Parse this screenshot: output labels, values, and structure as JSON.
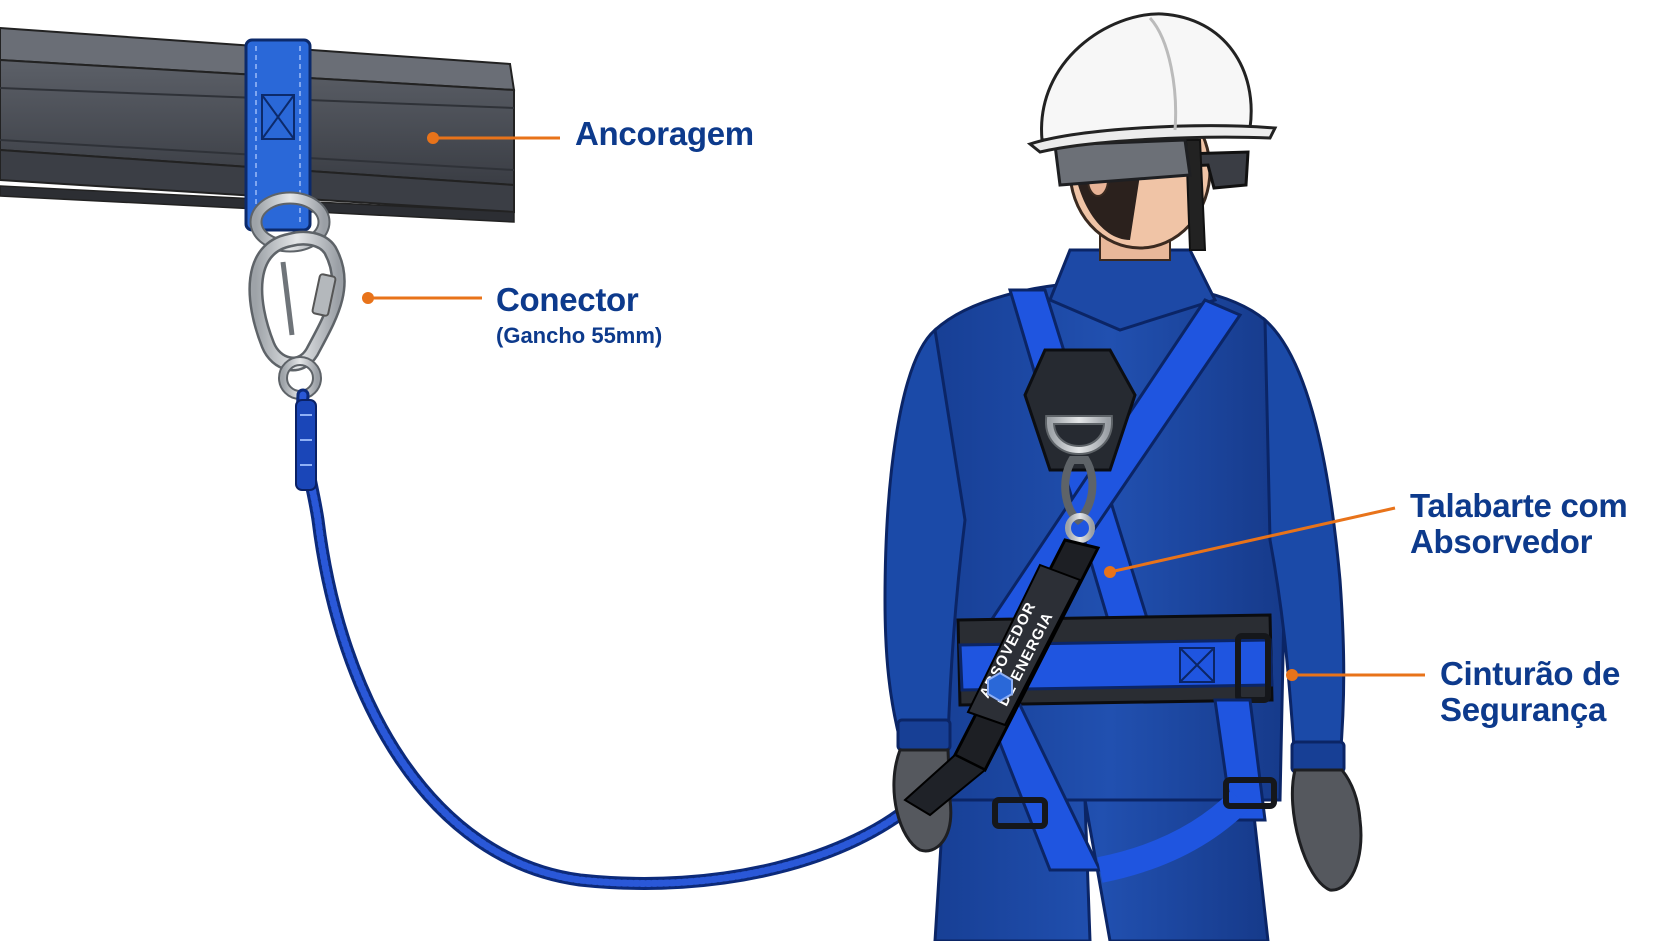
{
  "labels": {
    "anchor": {
      "title": "Ancoragem"
    },
    "connector": {
      "title": "Conector",
      "subtitle": "(Gancho 55mm)"
    },
    "lanyard": {
      "line1": "Talabarte com",
      "line2": "Absorvedor"
    },
    "belt": {
      "line1": "Cinturão de",
      "line2": "Segurança"
    }
  },
  "absorber": {
    "line1": "ABSOVEDOR",
    "line2": "DE ENERGIA"
  },
  "colors": {
    "label_text": "#0d3a8c",
    "leader_line": "#e8731a",
    "harness_blue": "#1f55e0",
    "uniform_blue": "#1d47a3",
    "beam_gray": "#4a4e56",
    "steel": "#bfc3c7"
  },
  "icons": [
    "hard-hat-icon",
    "carabiner-icon",
    "d-ring-icon",
    "energy-absorber-icon"
  ]
}
